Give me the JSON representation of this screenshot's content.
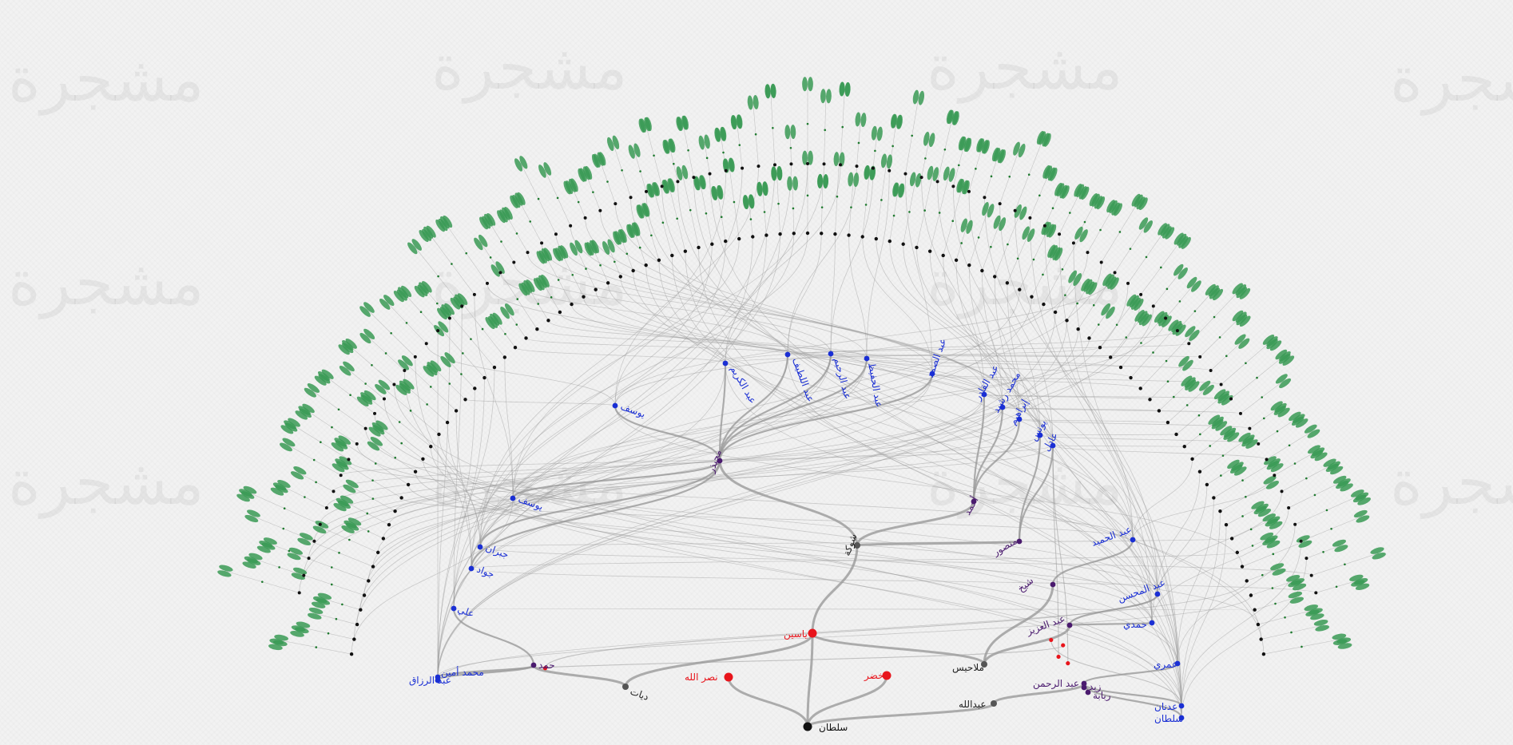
{
  "watermark": "مشجرة",
  "colors": {
    "background": "#f2f2f2",
    "branch": "#9a9a9a",
    "root": "#111111",
    "red": "#e8141b",
    "blue": "#1a2fd4",
    "purple": "#4a1a6e",
    "gray": "#555555",
    "black": "#111111",
    "leaf": "#3a9a55"
  },
  "tree": {
    "root": "سلطان",
    "nodes": [
      {
        "label": "سلطان",
        "color": "root"
      },
      {
        "label": "نصر الله",
        "color": "red"
      },
      {
        "label": "خضر",
        "color": "red"
      },
      {
        "label": "ياسين",
        "color": "red"
      },
      {
        "label": "ديات",
        "color": "gray"
      },
      {
        "label": "شوكة",
        "color": "gray"
      },
      {
        "label": "ملاحيس",
        "color": "gray"
      },
      {
        "label": "عبدالله",
        "color": "gray"
      },
      {
        "label": "حمد",
        "color": "purple"
      },
      {
        "label": "عبد الرزاق",
        "color": "blue"
      },
      {
        "label": "محمد أمين",
        "color": "blue"
      },
      {
        "label": "علي",
        "color": "blue"
      },
      {
        "label": "محيذر",
        "color": "purple"
      },
      {
        "label": "أحمد",
        "color": "purple"
      },
      {
        "label": "منصور",
        "color": "purple"
      },
      {
        "label": "شيخ",
        "color": "purple"
      },
      {
        "label": "عبد العزيز",
        "color": "purple"
      },
      {
        "label": "عبد الرحمن",
        "color": "purple"
      },
      {
        "label": "زيد",
        "color": "purple"
      },
      {
        "label": "ربابة",
        "color": "purple"
      },
      {
        "label": "يوسف",
        "color": "blue"
      },
      {
        "label": "عبد الكريم",
        "color": "blue"
      },
      {
        "label": "عبد اللطيف",
        "color": "blue"
      },
      {
        "label": "عبد الرحيم",
        "color": "blue"
      },
      {
        "label": "عبد الحفيظ",
        "color": "blue"
      },
      {
        "label": "عبد الصمد",
        "color": "blue"
      },
      {
        "label": "عبد القادر",
        "color": "blue"
      },
      {
        "label": "محمد رشيد",
        "color": "blue"
      },
      {
        "label": "إبراهيم",
        "color": "blue"
      },
      {
        "label": "يونس",
        "color": "blue"
      },
      {
        "label": "عادل",
        "color": "blue"
      },
      {
        "label": "عبد الحميد",
        "color": "blue"
      },
      {
        "label": "عبد المحسن",
        "color": "blue"
      },
      {
        "label": "حمدي",
        "color": "blue"
      },
      {
        "label": "عمري",
        "color": "blue"
      },
      {
        "label": "عدنان",
        "color": "blue"
      },
      {
        "label": "سلطان",
        "color": "blue"
      },
      {
        "label": "جبران",
        "color": "blue"
      },
      {
        "label": "جواد",
        "color": "blue"
      },
      {
        "label": "يوسف",
        "color": "blue"
      }
    ]
  }
}
